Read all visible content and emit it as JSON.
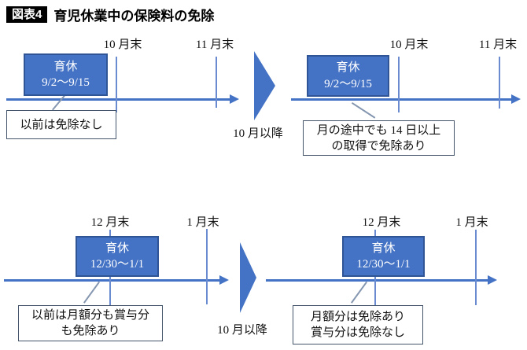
{
  "figure": {
    "badge": "図表4",
    "title": "育児休業中の保険料の免除"
  },
  "colors": {
    "accent_blue": "#4472C4",
    "box_border_blue": "#2F5597",
    "callout_border": "#44546A",
    "badge_bg": "#000000"
  },
  "top": {
    "transition_label": "10 月以降",
    "before": {
      "tick1": "10 月末",
      "tick2": "11 月末",
      "box_line1": "育休",
      "box_line2": "9/2〜9/15",
      "callout_line1": "以前は免除なし"
    },
    "after": {
      "tick1": "10 月末",
      "tick2": "11 月末",
      "box_line1": "育休",
      "box_line2": "9/2〜9/15",
      "callout_line1": "月の途中でも 14 日以上",
      "callout_line2": "の取得で免除あり"
    }
  },
  "bottom": {
    "transition_label": "10 月以降",
    "before": {
      "tick1": "12 月末",
      "tick2": "1 月末",
      "box_line1": "育休",
      "box_line2": "12/30〜1/1",
      "callout_line1": "以前は月額分も賞与分",
      "callout_line2": "も免除あり"
    },
    "after": {
      "tick1": "12 月末",
      "tick2": "1 月末",
      "box_line1": "育休",
      "box_line2": "12/30〜1/1",
      "callout_line1": "月額分は免除あり",
      "callout_line2": "賞与分は免除なし"
    }
  }
}
